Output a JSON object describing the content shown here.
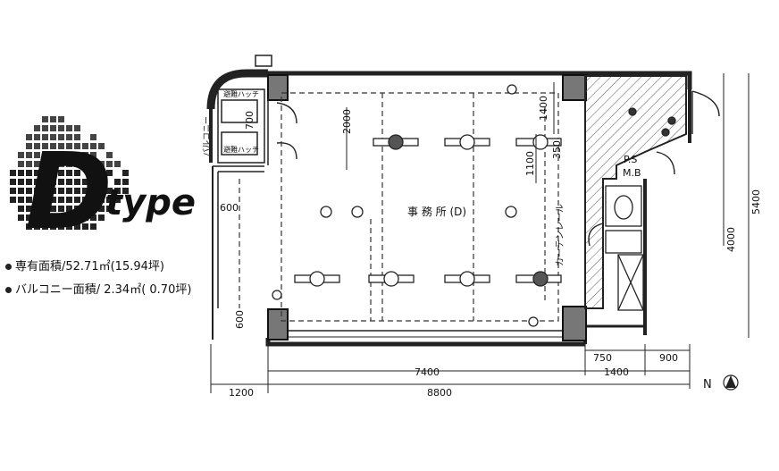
{
  "type_label": {
    "letter": "D",
    "word": "type"
  },
  "areas": [
    {
      "label": "専有面積/52.71㎡(15.94坪)"
    },
    {
      "label": "バルコニー面積/ 2.34㎡( 0.70坪)"
    }
  ],
  "rooms": {
    "office": "事 務 所 (D)",
    "ps": "P.S",
    "mb": "M.B",
    "curtain_rail": "カーテンレール",
    "balcony": "バルコニー",
    "hatch_upper": "避難ハッチ",
    "hatch_lower": "避難ハッチ"
  },
  "dimensions": {
    "d2000": "2000",
    "d1400_top": "1400",
    "d1100": "1100",
    "d350": "350",
    "d700": "700",
    "d600_left": "600",
    "d600_bottom": "600",
    "d4000": "4000",
    "d5400": "5400",
    "d750": "750",
    "d900": "900",
    "d1400_bottom": "1400",
    "d7400": "7400",
    "d8800": "8800",
    "d1200": "1200"
  },
  "north": "N"
}
